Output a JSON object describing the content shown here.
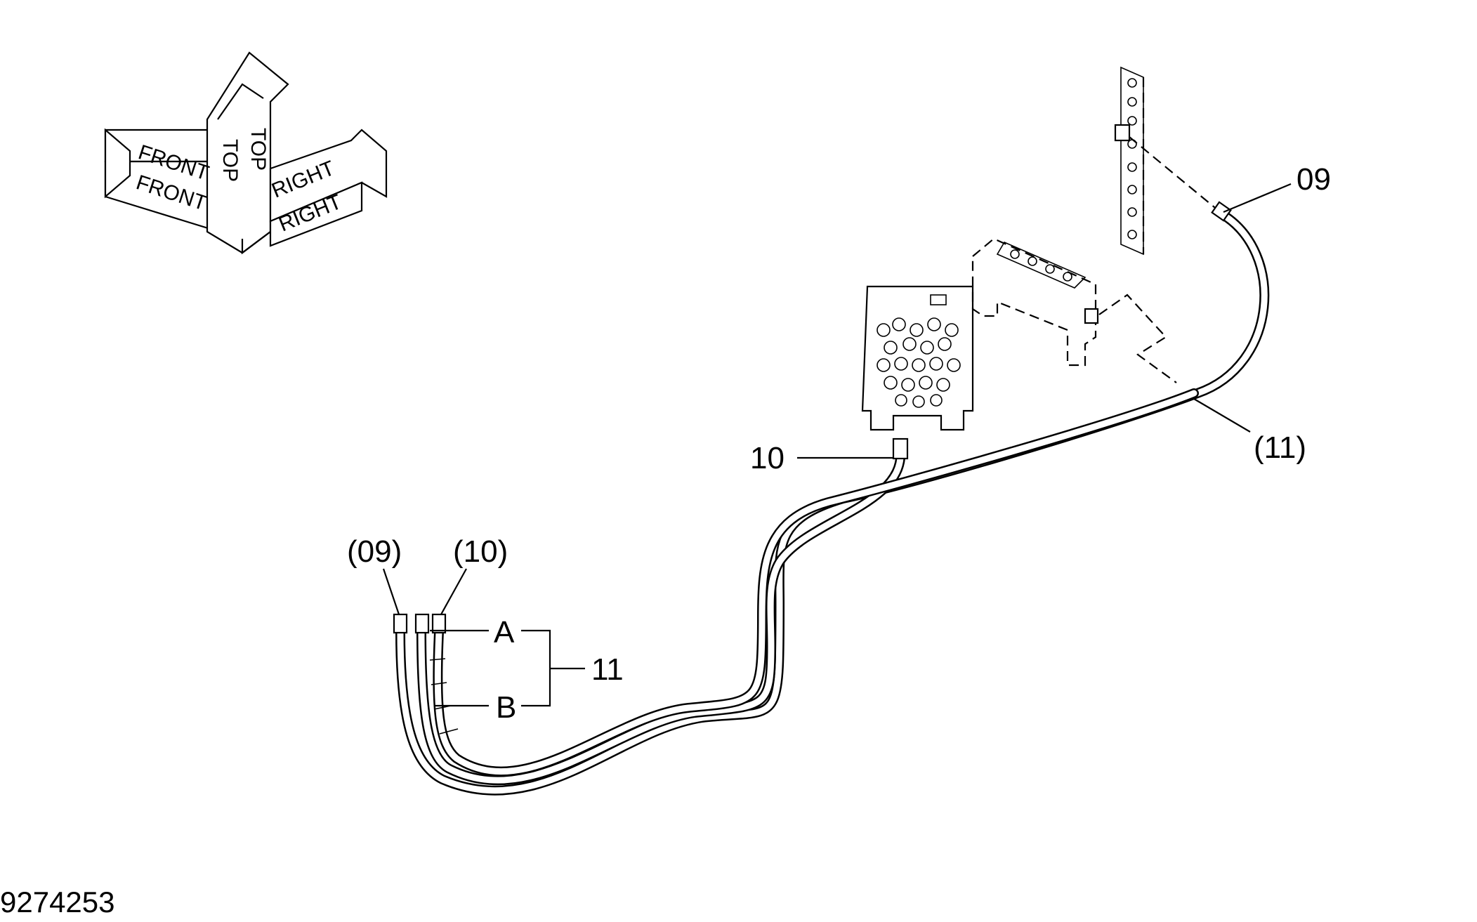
{
  "orientation": {
    "front_label": "FRONT",
    "top_label": "TOP",
    "right_label": "RIGHT"
  },
  "callouts": {
    "part_09": "09",
    "part_10": "10",
    "part_11_ref": "(11)",
    "ref_09": "(09)",
    "ref_10": "(10)",
    "label_a": "A",
    "label_b": "B",
    "part_11": "11"
  },
  "drawing_number": "9274253"
}
